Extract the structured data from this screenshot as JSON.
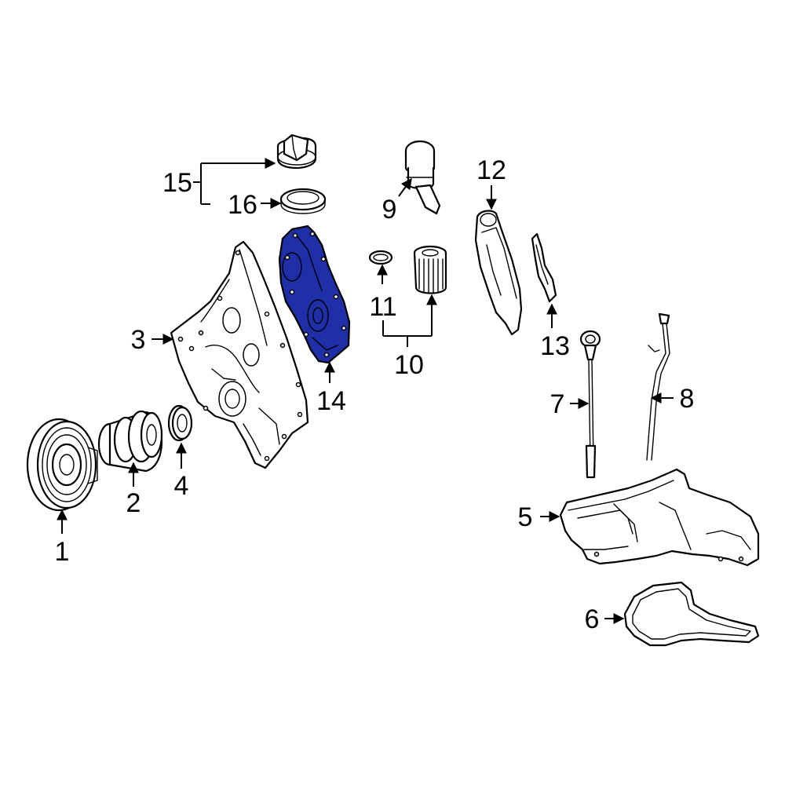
{
  "highlight_color": "#1e2fa8",
  "callouts": {
    "c1": "1",
    "c2": "2",
    "c3": "3",
    "c4": "4",
    "c5": "5",
    "c6": "6",
    "c7": "7",
    "c8": "8",
    "c9": "9",
    "c10": "10",
    "c11": "11",
    "c12": "12",
    "c13": "13",
    "c14": "14",
    "c15": "15",
    "c16": "16"
  },
  "highlighted_part": "14"
}
